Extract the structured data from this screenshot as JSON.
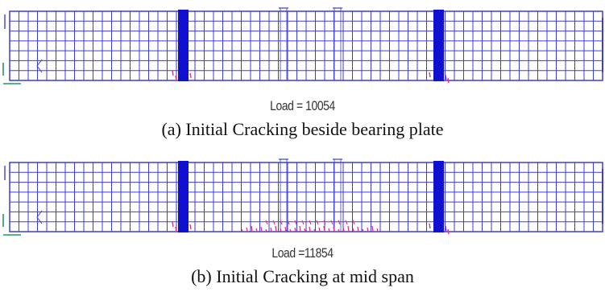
{
  "panels": [
    {
      "id": "a",
      "load_label": "Load = 10054",
      "caption": "(a) Initial Cracking beside bearing plate",
      "crack_zones": [
        "bearing-left",
        "bearing-right"
      ]
    },
    {
      "id": "b",
      "load_label": "Load =11854",
      "caption": "(b) Initial Cracking at mid span",
      "crack_zones": [
        "bearing-left",
        "bearing-right",
        "mid-span"
      ]
    }
  ],
  "colors": {
    "mesh": "#3a3ae6",
    "plate": "#1010d0",
    "crack": "#e0308a",
    "axis": "#1a9a6a"
  }
}
